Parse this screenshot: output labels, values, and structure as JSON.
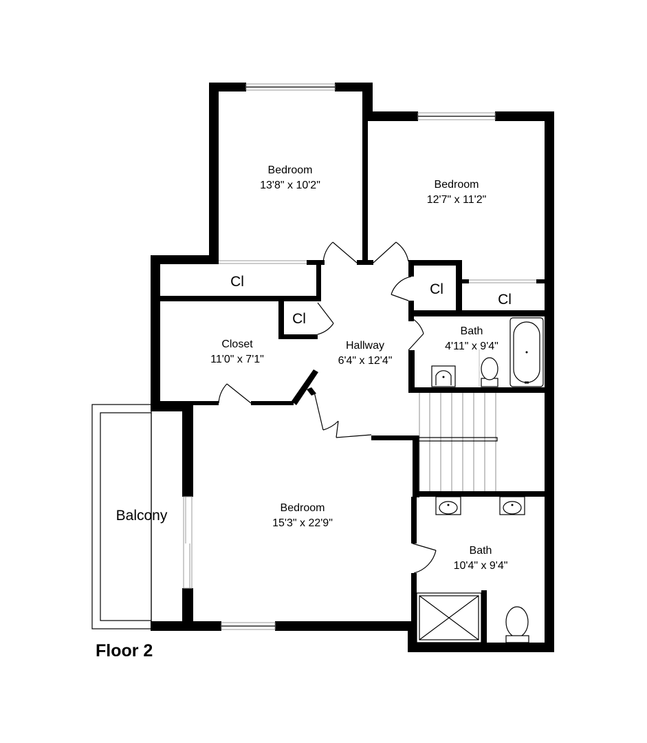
{
  "plan": {
    "floor_title": "Floor 2",
    "rooms": {
      "bedroom_top_left": {
        "name": "Bedroom",
        "dims": "13'8\" x 10'2\""
      },
      "bedroom_top_right": {
        "name": "Bedroom",
        "dims": "12'7\" x 11'2\""
      },
      "closet_left": {
        "name": "Cl"
      },
      "closet_small": {
        "name": "Cl"
      },
      "closet_center": {
        "name": "Cl"
      },
      "closet_right": {
        "name": "Cl"
      },
      "walk_in_closet": {
        "name": "Closet",
        "dims": "11'0\" x 7'1\""
      },
      "hallway": {
        "name": "Hallway",
        "dims": "6'4\" x 12'4\""
      },
      "bath_upper": {
        "name": "Bath",
        "dims": "4'11\" x 9'4\""
      },
      "bedroom_main": {
        "name": "Bedroom",
        "dims": "15'3\" x 22'9\""
      },
      "balcony": {
        "name": "Balcony"
      },
      "bath_lower": {
        "name": "Bath",
        "dims": "10'4\" x 9'4\""
      }
    }
  }
}
